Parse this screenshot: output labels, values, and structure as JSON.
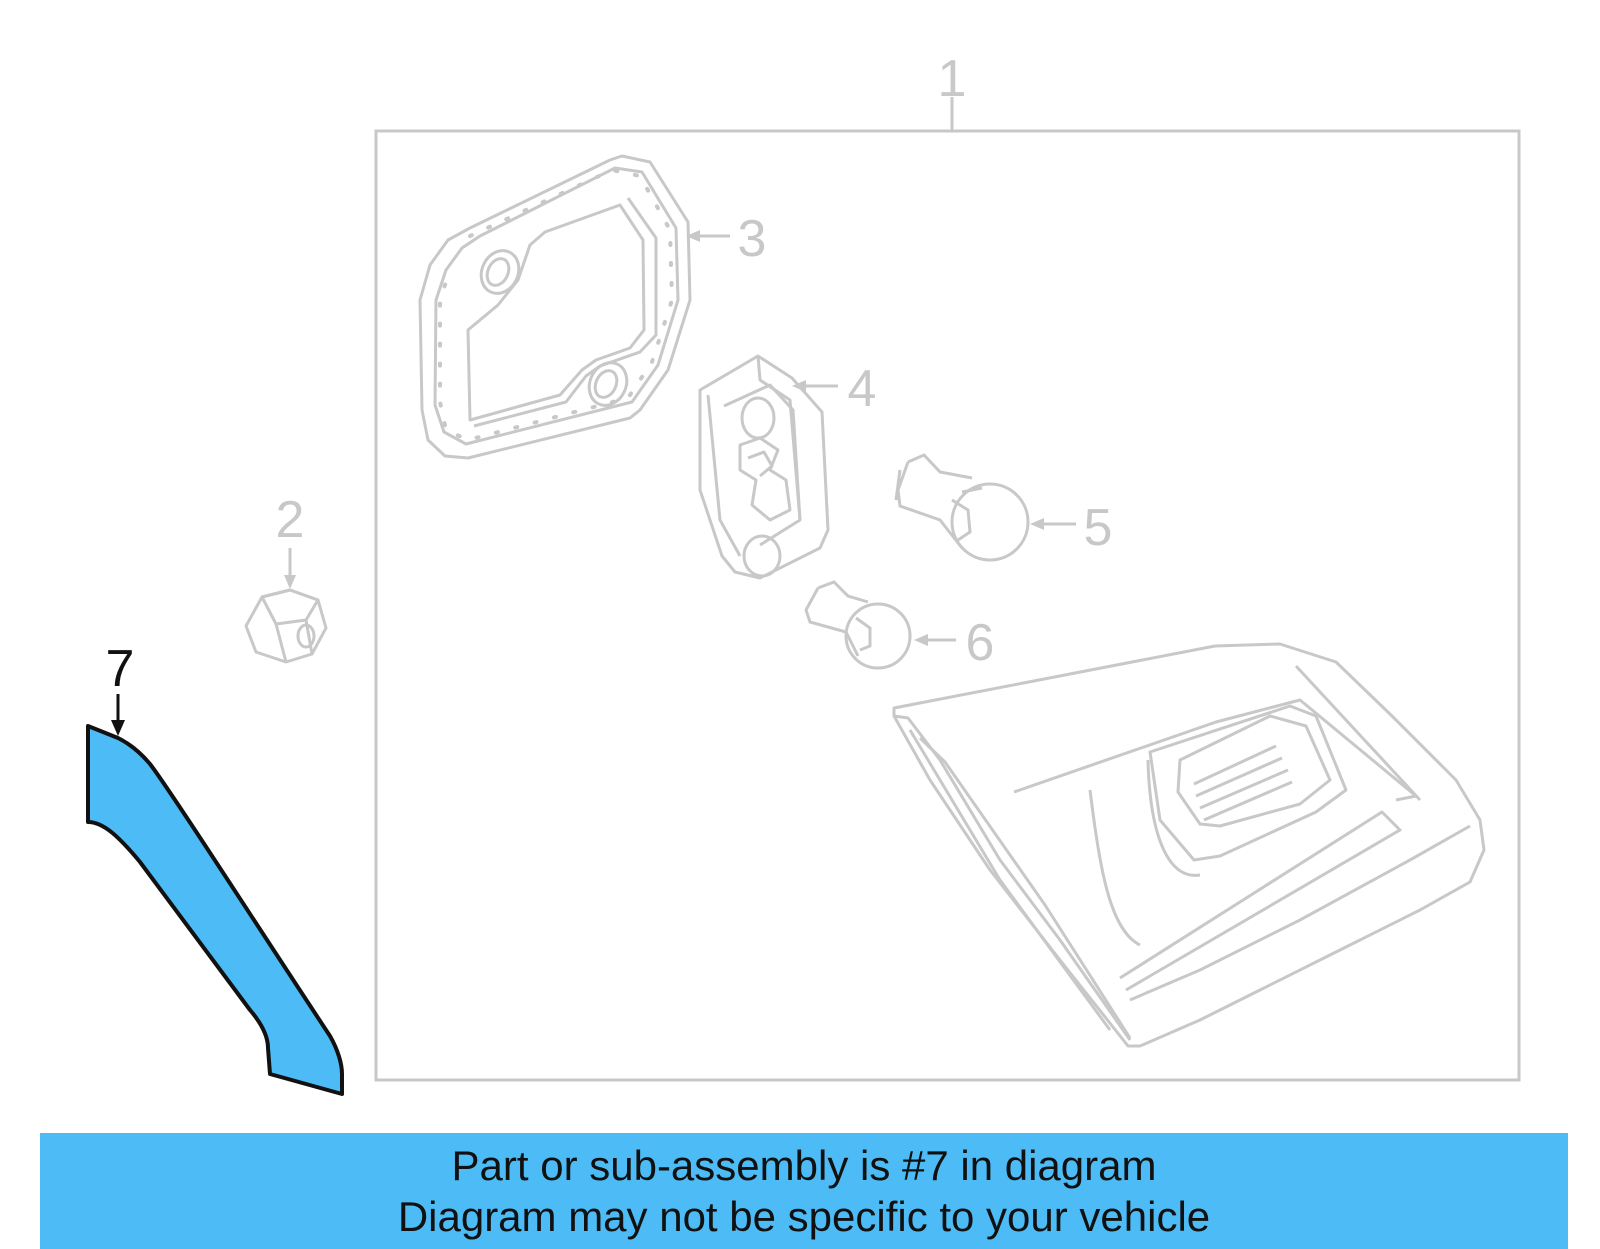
{
  "callouts": [
    "1",
    "2",
    "3",
    "4",
    "5",
    "6",
    "7"
  ],
  "highlighted_part": "7",
  "banner": {
    "line1": "Part or sub-assembly is #7 in diagram",
    "line2": "Diagram may not be specific to your vehicle"
  },
  "colors": {
    "highlight": "#4dbcf6",
    "drawing_gray": "#c8c8c8",
    "outline_black": "#111111"
  }
}
